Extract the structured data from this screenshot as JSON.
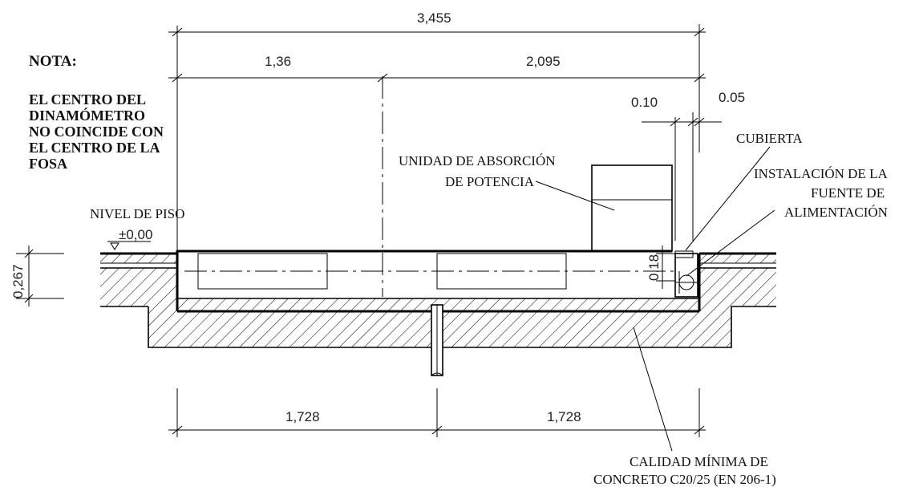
{
  "note": {
    "title": "NOTA:",
    "lines": [
      "EL CENTRO DEL",
      "DINAMÓMETRO",
      "NO COINCIDE CON",
      "EL CENTRO DE LA",
      "FOSA"
    ]
  },
  "labels": {
    "floor_level": "NIVEL DE PISO",
    "floor_elevation": "±0,00",
    "absorption_unit_line1": "UNIDAD DE ABSORCIÓN",
    "absorption_unit_line2": "DE POTENCIA",
    "cover": "CUBIERTA",
    "power_line1": "INSTALACIÓN DE LA",
    "power_line2": "FUENTE DE",
    "power_line3": "ALIMENTACIÓN",
    "concrete_line1": "CALIDAD MÍNIMA DE",
    "concrete_line2": "CONCRETO C20/25 (EN 206-1)"
  },
  "dimensions": {
    "total_width": "3,455",
    "left_part": "1,36",
    "right_part": "2,095",
    "gap_a": "0.10",
    "gap_b": "0.05",
    "pit_depth": "0,267",
    "cover_height": "0.18",
    "bottom_left": "1,728",
    "bottom_right": "1,728"
  }
}
